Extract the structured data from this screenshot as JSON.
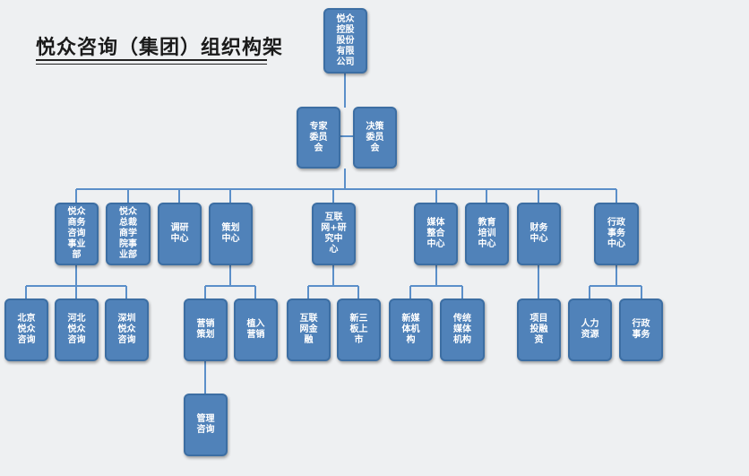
{
  "title": "悦众咨询（集团）组织构架",
  "nodes": {
    "root": "悦众\n控股\n股份\n有限\n公司",
    "expert_committee": "专家\n委员\n会",
    "decision_committee": "决策\n委员\n会",
    "consulting_division": "悦众\n商务\n咨询\n事业\n部",
    "ceo_business_school": "悦众\n总裁\n商学\n院事\n业部",
    "research_center": "调研\n中心",
    "planning_center": "策划\n中心",
    "internet_research_center": "互联\n网+研\n究中\n心",
    "media_integration_center": "媒体\n整合\n中心",
    "education_training_center": "教育\n培训\n中心",
    "finance_center": "财务\n中心",
    "admin_affairs_center": "行政\n事务\n中心",
    "beijing_consulting": "北京\n悦众\n咨询",
    "hebei_consulting": "河北\n悦众\n咨询",
    "shenzhen_consulting": "深圳\n悦众\n咨询",
    "marketing_planning": "营销\n策划",
    "implant_marketing": "植入\n营销",
    "management_consulting": "管理\n咨询",
    "internet_finance": "互联\n网金\n融",
    "new_third_board": "新三\n板上\n市",
    "new_media": "新媒\n体机\n构",
    "traditional_media": "传统\n媒体\n机构",
    "project_financing": "项目\n投融\n资",
    "human_resources": "人力\n资源",
    "admin_affairs": "行政\n事务"
  },
  "colors": {
    "node_fill": "#5082b9",
    "node_border": "#3c6ea3",
    "connector": "#5b8fc9"
  }
}
